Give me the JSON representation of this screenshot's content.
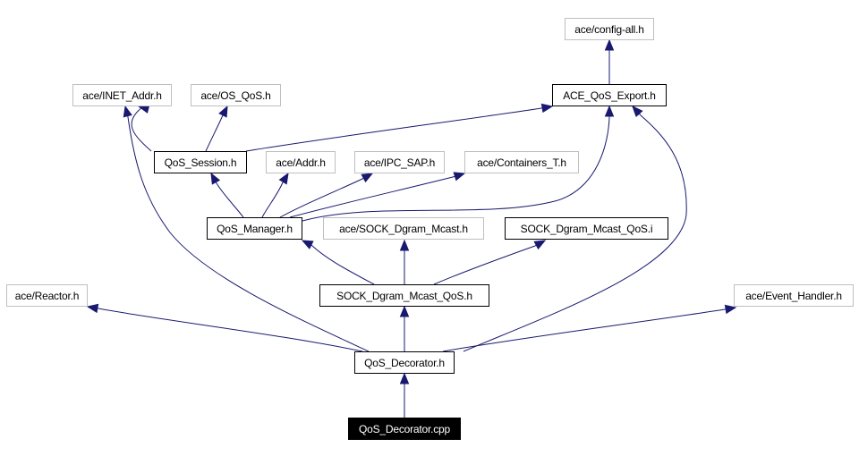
{
  "diagram": {
    "type": "include-dependency-graph",
    "colors": {
      "edge": "#191970",
      "local_border": "#000000",
      "external_border": "#bfbfbf",
      "root_fill": "#000000",
      "root_text": "#ffffff"
    },
    "nodes": [
      {
        "id": "config_all",
        "label": "ace/config-all.h",
        "kind": "external"
      },
      {
        "id": "qos_export",
        "label": "ACE_QoS_Export.h",
        "kind": "local"
      },
      {
        "id": "inet_addr",
        "label": "ace/INET_Addr.h",
        "kind": "external"
      },
      {
        "id": "os_qos",
        "label": "ace/OS_QoS.h",
        "kind": "external"
      },
      {
        "id": "qos_session",
        "label": "QoS_Session.h",
        "kind": "local"
      },
      {
        "id": "addr",
        "label": "ace/Addr.h",
        "kind": "external"
      },
      {
        "id": "ipc_sap",
        "label": "ace/IPC_SAP.h",
        "kind": "external"
      },
      {
        "id": "containers_t",
        "label": "ace/Containers_T.h",
        "kind": "external"
      },
      {
        "id": "qos_manager",
        "label": "QoS_Manager.h",
        "kind": "local"
      },
      {
        "id": "sock_dgram_mcast",
        "label": "ace/SOCK_Dgram_Mcast.h",
        "kind": "external"
      },
      {
        "id": "sock_mcast_qos_i",
        "label": "SOCK_Dgram_Mcast_QoS.i",
        "kind": "local"
      },
      {
        "id": "sock_mcast_qos_h",
        "label": "SOCK_Dgram_Mcast_QoS.h",
        "kind": "local"
      },
      {
        "id": "reactor",
        "label": "ace/Reactor.h",
        "kind": "external"
      },
      {
        "id": "event_handler",
        "label": "ace/Event_Handler.h",
        "kind": "external"
      },
      {
        "id": "qos_decorator_h",
        "label": "QoS_Decorator.h",
        "kind": "local"
      },
      {
        "id": "qos_decorator_cpp",
        "label": "QoS_Decorator.cpp",
        "kind": "root"
      }
    ],
    "edges": [
      {
        "from": "qos_export",
        "to": "config_all"
      },
      {
        "from": "qos_session",
        "to": "inet_addr"
      },
      {
        "from": "qos_session",
        "to": "os_qos"
      },
      {
        "from": "qos_session",
        "to": "qos_export"
      },
      {
        "from": "qos_manager",
        "to": "qos_session"
      },
      {
        "from": "qos_manager",
        "to": "addr"
      },
      {
        "from": "qos_manager",
        "to": "ipc_sap"
      },
      {
        "from": "qos_manager",
        "to": "containers_t"
      },
      {
        "from": "qos_manager",
        "to": "qos_export"
      },
      {
        "from": "sock_mcast_qos_h",
        "to": "qos_manager"
      },
      {
        "from": "sock_mcast_qos_h",
        "to": "sock_dgram_mcast"
      },
      {
        "from": "sock_mcast_qos_h",
        "to": "sock_mcast_qos_i"
      },
      {
        "from": "qos_decorator_h",
        "to": "sock_mcast_qos_h"
      },
      {
        "from": "qos_decorator_h",
        "to": "reactor"
      },
      {
        "from": "qos_decorator_h",
        "to": "event_handler"
      },
      {
        "from": "qos_decorator_h",
        "to": "inet_addr"
      },
      {
        "from": "qos_decorator_h",
        "to": "qos_export"
      },
      {
        "from": "qos_decorator_cpp",
        "to": "qos_decorator_h"
      }
    ]
  }
}
